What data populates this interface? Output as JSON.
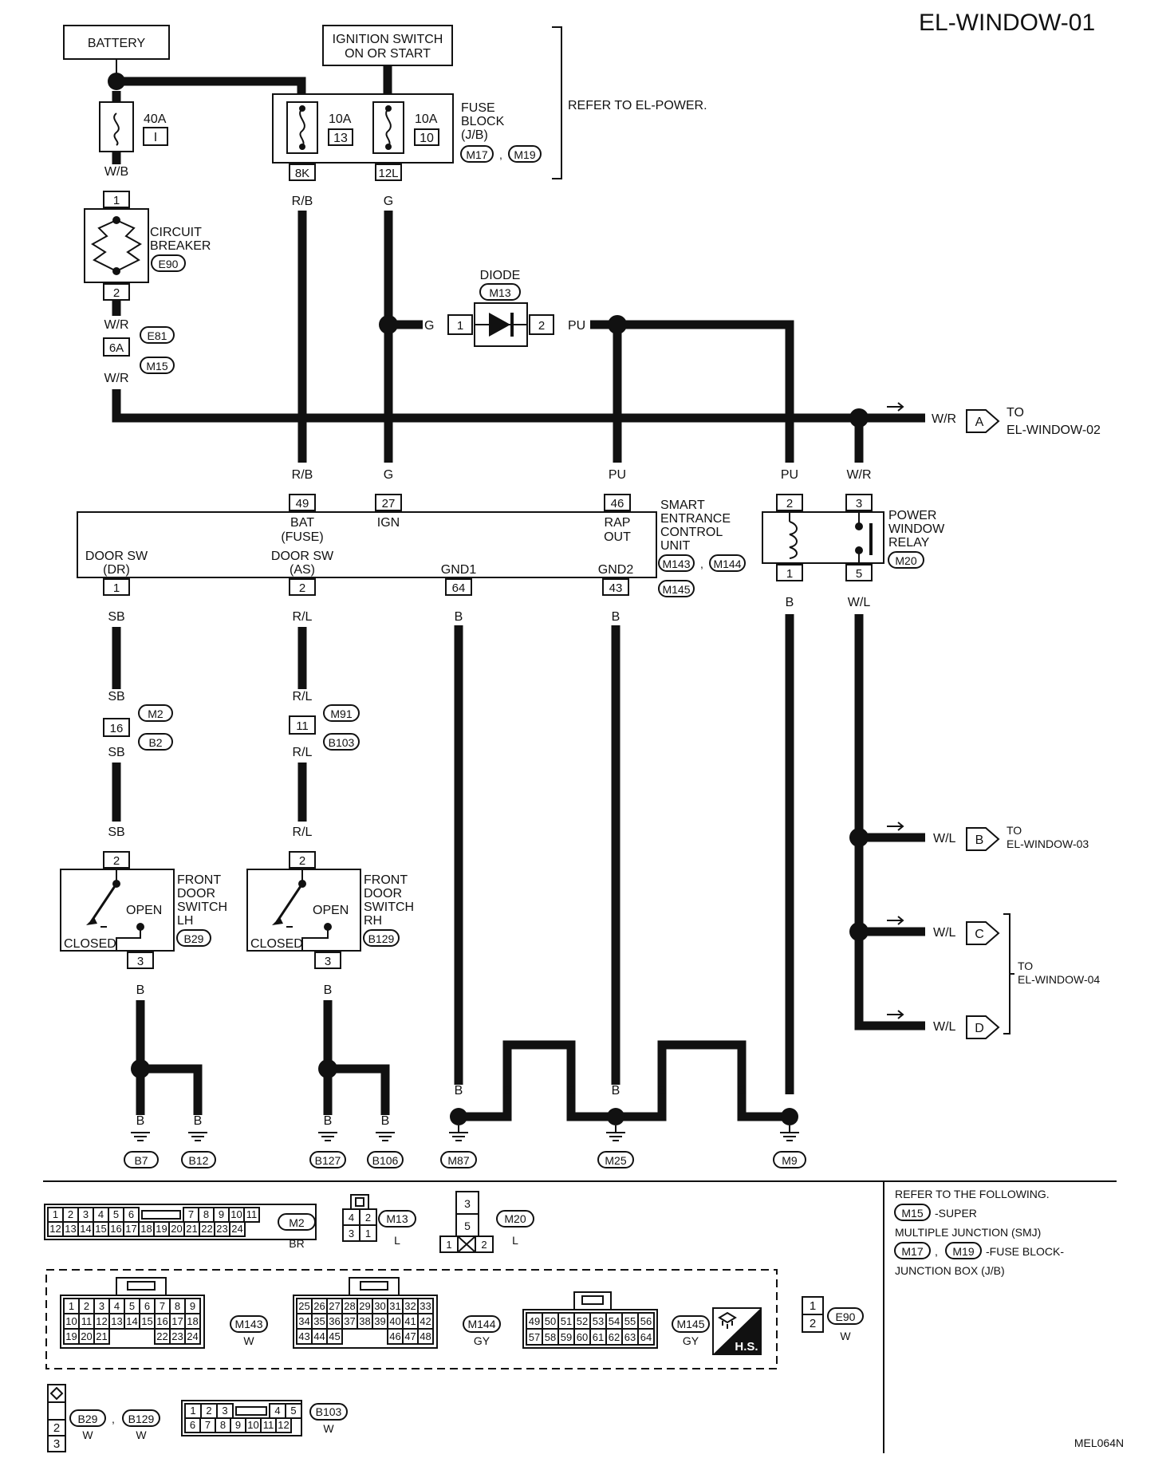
{
  "title": "EL-WINDOW-01",
  "footer_code": "MEL064N",
  "power": {
    "battery": "BATTERY",
    "ignition": [
      "IGNITION SWITCH",
      "ON OR START"
    ],
    "refer_power": "REFER TO EL-POWER.",
    "fuse40": {
      "amp": "40A",
      "num": "I"
    },
    "fuse10a": {
      "amp": "10A",
      "num": "13"
    },
    "fuse10b": {
      "amp": "10A",
      "num": "10"
    },
    "fuse_block": [
      "FUSE",
      "BLOCK",
      "(J/B)"
    ],
    "fuse_conn": [
      "M17",
      "M19"
    ],
    "pin_8k": "8K",
    "pin_12l": "12L"
  },
  "breaker": {
    "label": [
      "CIRCUIT",
      "BREAKER"
    ],
    "conn": "E90",
    "pin_in": "1",
    "pin_out": "2"
  },
  "joint": {
    "pin": "6A",
    "conn_top": "E81",
    "conn_bot": "M15"
  },
  "diode": {
    "label": "DIODE",
    "conn": "M13",
    "pin1": "1",
    "pin2": "2"
  },
  "wires": {
    "wb": "W/B",
    "wr": "W/R",
    "rb": "R/B",
    "g": "G",
    "pu": "PU",
    "sb": "SB",
    "rl": "R/L",
    "b": "B",
    "wl": "W/L"
  },
  "arrows": {
    "a": {
      "letter": "A",
      "wire": "W/R",
      "to": [
        "TO",
        "EL-WINDOW-02"
      ]
    },
    "b": {
      "letter": "B",
      "wire": "W/L",
      "to": [
        "TO",
        "EL-WINDOW-03"
      ]
    },
    "c": {
      "letter": "C",
      "wire": "W/L"
    },
    "d": {
      "letter": "D",
      "wire": "W/L"
    },
    "cd_to": [
      "TO",
      "EL-WINDOW-04"
    ]
  },
  "secu": {
    "label": [
      "SMART",
      "ENTRANCE",
      "CONTROL",
      "UNIT"
    ],
    "conns": [
      "M143",
      "M144",
      "M145"
    ],
    "pins": {
      "bat": "49",
      "ign": "27",
      "rap": "46",
      "dr": "1",
      "as": "2",
      "gnd1": "64",
      "gnd2": "43"
    },
    "terms": {
      "bat": [
        "BAT",
        "(FUSE)"
      ],
      "ign": "IGN",
      "rap": [
        "RAP",
        "OUT"
      ],
      "dr": [
        "DOOR SW",
        "(DR)"
      ],
      "as": [
        "DOOR SW",
        "(AS)"
      ],
      "gnd1": "GND1",
      "gnd2": "GND2"
    }
  },
  "relay": {
    "label": [
      "POWER",
      "WINDOW",
      "RELAY"
    ],
    "conn": "M20",
    "pins": {
      "p2": "2",
      "p3": "3",
      "p1": "1",
      "p5": "5"
    }
  },
  "doorsw_lh": {
    "label": [
      "FRONT",
      "DOOR",
      "SWITCH",
      "LH"
    ],
    "conn": "B29",
    "open": "OPEN",
    "closed": "CLOSED",
    "pin_top": "2",
    "pin_bot": "3"
  },
  "doorsw_rh": {
    "label": [
      "FRONT",
      "DOOR",
      "SWITCH",
      "RH"
    ],
    "conn": "B129",
    "open": "OPEN",
    "closed": "CLOSED",
    "pin_top": "2",
    "pin_bot": "3"
  },
  "inline_conn_1": {
    "pin": "16",
    "conn_top": "M2",
    "conn_bot": "B2"
  },
  "inline_conn_2": {
    "pin": "11",
    "conn_top": "M91",
    "conn_bot": "B103"
  },
  "grounds": [
    "B7",
    "B12",
    "B127",
    "B106",
    "M87",
    "M25",
    "M9"
  ],
  "legend": {
    "m2": {
      "row1": [
        "1",
        "2",
        "3",
        "4",
        "5",
        "6",
        "7",
        "8",
        "9",
        "10",
        "11"
      ],
      "row2": [
        "12",
        "13",
        "14",
        "15",
        "16",
        "17",
        "18",
        "19",
        "20",
        "21",
        "22",
        "23",
        "24"
      ],
      "conn": "M2",
      "color": "BR"
    },
    "m13": {
      "pins": [
        "4",
        "2",
        "3",
        "1"
      ],
      "conn": "M13",
      "color": "L"
    },
    "m20": {
      "pins": [
        "3",
        "5",
        "1",
        "2"
      ],
      "conn": "M20",
      "color": "L"
    },
    "m143": {
      "row1": [
        "1",
        "2",
        "3",
        "4",
        "5",
        "6",
        "7",
        "8",
        "9"
      ],
      "row2": [
        "10",
        "11",
        "12",
        "13",
        "14",
        "15",
        "16",
        "17",
        "18"
      ],
      "row3": [
        "19",
        "20",
        "21",
        "22",
        "23",
        "24"
      ],
      "conn": "M143",
      "color": "W"
    },
    "m144": {
      "row1": [
        "25",
        "26",
        "27",
        "28",
        "29",
        "30",
        "31",
        "32",
        "33"
      ],
      "row2": [
        "34",
        "35",
        "36",
        "37",
        "38",
        "39",
        "40",
        "41",
        "42"
      ],
      "row3": [
        "43",
        "44",
        "45",
        "46",
        "47",
        "48"
      ],
      "conn": "M144",
      "color": "GY"
    },
    "m145": {
      "row1": [
        "49",
        "50",
        "51",
        "52",
        "53",
        "54",
        "55",
        "56"
      ],
      "row2": [
        "57",
        "58",
        "59",
        "60",
        "61",
        "62",
        "63",
        "64"
      ],
      "conn": "M145",
      "color": "GY"
    },
    "hs": "H.S.",
    "e90": {
      "pins": [
        "1",
        "2"
      ],
      "conn": "E90",
      "color": "W"
    },
    "b29": {
      "pins": [
        "2",
        "3"
      ],
      "conn1": "B29",
      "conn2": "B129",
      "color": "W"
    },
    "b103": {
      "row1": [
        "1",
        "2",
        "3",
        "4",
        "5"
      ],
      "row2": [
        "6",
        "7",
        "8",
        "9",
        "10",
        "11",
        "12"
      ],
      "conn": "B103",
      "color": "W"
    },
    "refer": [
      "REFER TO THE FOLLOWING.",
      "-SUPER",
      "MULTIPLE JUNCTION (SMJ)",
      "-FUSE BLOCK-",
      "JUNCTION BOX (J/B)"
    ],
    "refer_conns": [
      "M15",
      "M17",
      "M19"
    ]
  }
}
